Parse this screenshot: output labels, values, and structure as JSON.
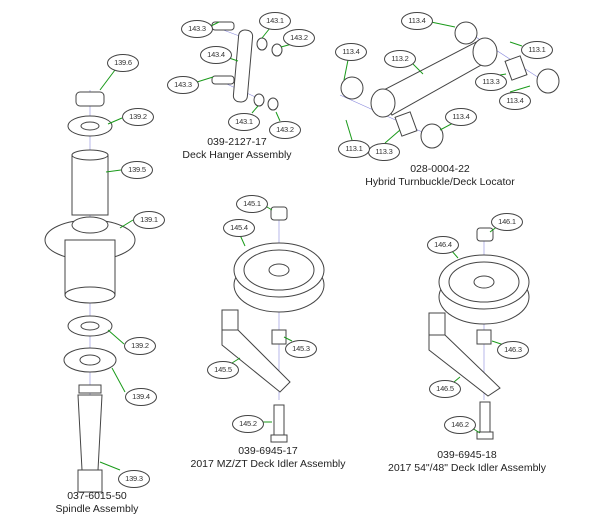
{
  "assemblies": {
    "spindle": {
      "part_no": "037-6015-50",
      "name": "Spindle Assembly",
      "callouts": [
        "139.6",
        "139.2",
        "139.5",
        "139.1",
        "139.2",
        "139.4",
        "139.3"
      ]
    },
    "hanger": {
      "part_no": "039-2127-17",
      "name": "Deck Hanger Assembly",
      "callouts": [
        "143.3",
        "143.1",
        "143.2",
        "143.4",
        "143.3",
        "143.1",
        "143.2"
      ]
    },
    "turnbuckle": {
      "part_no": "028-0004-22",
      "name": "Hybrid Turnbuckle/Deck Locator",
      "callouts": [
        "113.4",
        "113.1",
        "113.2",
        "113.3",
        "113.4",
        "113.4",
        "113.4",
        "113.3",
        "113.1"
      ]
    },
    "idler17": {
      "part_no": "039-6945-17",
      "name": "2017 MZ/ZT Deck Idler Assembly",
      "callouts": [
        "145.1",
        "145.4",
        "145.3",
        "145.5",
        "145.2"
      ]
    },
    "idler18": {
      "part_no": "039-6945-18",
      "name": "2017 54\"/48\" Deck Idler Assembly",
      "callouts": [
        "146.1",
        "146.4",
        "146.3",
        "146.5",
        "146.2"
      ]
    }
  },
  "colors": {
    "leader": "#1a9a1a",
    "axis": "#8888dd",
    "outline": "#444444"
  }
}
